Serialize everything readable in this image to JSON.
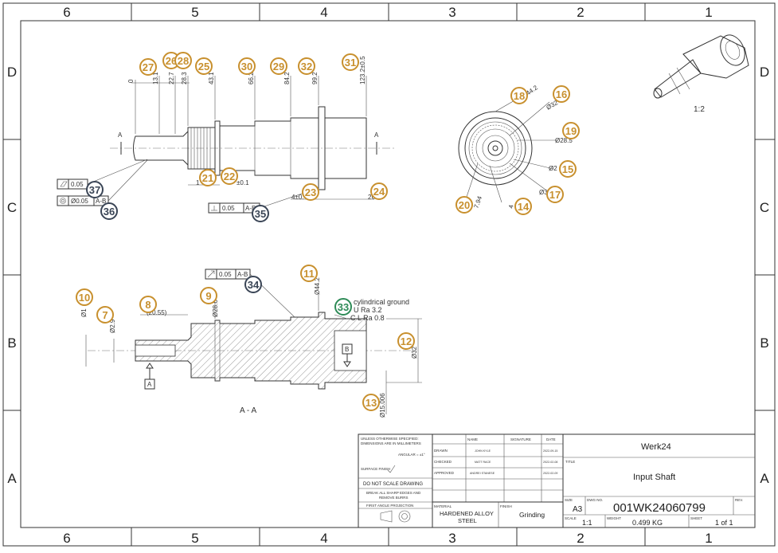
{
  "grid": {
    "cols": [
      "6",
      "5",
      "4",
      "3",
      "2",
      "1"
    ],
    "rows": [
      "D",
      "C",
      "B",
      "A"
    ]
  },
  "colors": {
    "balloon_orange": "#c8902e",
    "balloon_navy": "#3a4556",
    "balloon_green": "#2e8b57",
    "line": "#333333"
  },
  "balloons": [
    {
      "n": "27",
      "c": "o"
    },
    {
      "n": "26",
      "c": "o"
    },
    {
      "n": "28",
      "c": "o"
    },
    {
      "n": "25",
      "c": "o"
    },
    {
      "n": "30",
      "c": "o"
    },
    {
      "n": "29",
      "c": "o"
    },
    {
      "n": "32",
      "c": "o"
    },
    {
      "n": "31",
      "c": "o"
    },
    {
      "n": "21",
      "c": "o"
    },
    {
      "n": "22",
      "c": "o"
    },
    {
      "n": "23",
      "c": "o"
    },
    {
      "n": "24",
      "c": "o"
    },
    {
      "n": "37",
      "c": "n"
    },
    {
      "n": "36",
      "c": "n"
    },
    {
      "n": "35",
      "c": "n"
    },
    {
      "n": "18",
      "c": "o"
    },
    {
      "n": "16",
      "c": "o"
    },
    {
      "n": "19",
      "c": "o"
    },
    {
      "n": "15",
      "c": "o"
    },
    {
      "n": "17",
      "c": "o"
    },
    {
      "n": "14",
      "c": "o"
    },
    {
      "n": "20",
      "c": "o"
    },
    {
      "n": "11",
      "c": "o"
    },
    {
      "n": "34",
      "c": "n"
    },
    {
      "n": "33",
      "c": "g"
    },
    {
      "n": "10",
      "c": "o"
    },
    {
      "n": "7",
      "c": "o"
    },
    {
      "n": "8",
      "c": "o"
    },
    {
      "n": "9",
      "c": "o"
    },
    {
      "n": "12",
      "c": "o"
    },
    {
      "n": "13",
      "c": "o"
    }
  ],
  "dims": {
    "zero": "0",
    "d27": "13.1",
    "d26": "22.7",
    "d28": "28.3",
    "d25": "43.1",
    "d30": "66.2",
    "d29": "84.2",
    "d32": "99.2",
    "d31": "123.2±0.5",
    "d21": "1",
    "d22": "±0.1",
    "d23": "4±0.",
    "d24": "26",
    "d18": "44.2",
    "d16": "Ø32",
    "d19": "Ø28.5",
    "d15": "Ø2",
    "d17": "Ø3",
    "d14": "4",
    "d20": "7.94",
    "d11": "Ø44.2",
    "d10": "Ø1",
    "d7": "Ø2.9",
    "d8": "(20.55)",
    "d9": "Ø28.6",
    "d12": "Ø32",
    "d13": "Ø15.006"
  },
  "fcf": {
    "flat_tol": "0.05",
    "conc_tol": "Ø0.05",
    "conc_ref": "A-B",
    "perp_tol": "0.05",
    "perp_ref": "A-B",
    "runout_tol": "0.05",
    "runout_ref": "A-B"
  },
  "section_labels": {
    "a_left": "A",
    "a_right": "A",
    "section": "A - A",
    "datum_a": "A",
    "datum_b": "B"
  },
  "surface_note": {
    "line1": "cylindrical ground",
    "line2": "U Ra 3.2",
    "line3": "C L Ra 0.8"
  },
  "iso_scale": "1:2",
  "title_block": {
    "notes": {
      "unless": "UNLESS OTHERWISE SPECIFIED:",
      "dims_in": "DIMENSIONS ARE IN MILLIMETERS",
      "angular": "ANGULAR = ±1°",
      "surface": "SURFACE FINISH",
      "dnsd": "DO NOT SCALE DRAWING",
      "break1": "BREAK ALL SHARP EDGES AND",
      "break2": "REMOVE BURRS",
      "projection": "FIRST ANGLE PROJECTION"
    },
    "headers": {
      "name": "NAME",
      "signature": "SIGNATURE",
      "date": "DATE"
    },
    "rows": [
      {
        "role": "DRAWN",
        "name": "JOHN KYLE",
        "date": "2022-09-15"
      },
      {
        "role": "CHECKED",
        "name": "MATT RACE",
        "date": "2022-02-08"
      },
      {
        "role": "APPROVED",
        "name": "ANDREI STANESE",
        "date": "2022-02-09"
      }
    ],
    "material_label": "MATERIAL",
    "material1": "HARDENED ALLOY",
    "material2": "STEEL",
    "finish_label": "FINISH",
    "finish": "Grinding",
    "company": "Werk24",
    "title_label": "TITLE",
    "title": "Input Shaft",
    "size_label": "SIZE",
    "size": "A3",
    "dwg_label": "DWG NO.",
    "dwg": "001WK24060799",
    "rev_label": "REV.",
    "scale_label": "SCALE",
    "scale": "1:1",
    "weight_label": "WEIGHT",
    "weight": "0.499 KG",
    "sheet_label": "SHEET",
    "sheet": "1 of 1"
  }
}
